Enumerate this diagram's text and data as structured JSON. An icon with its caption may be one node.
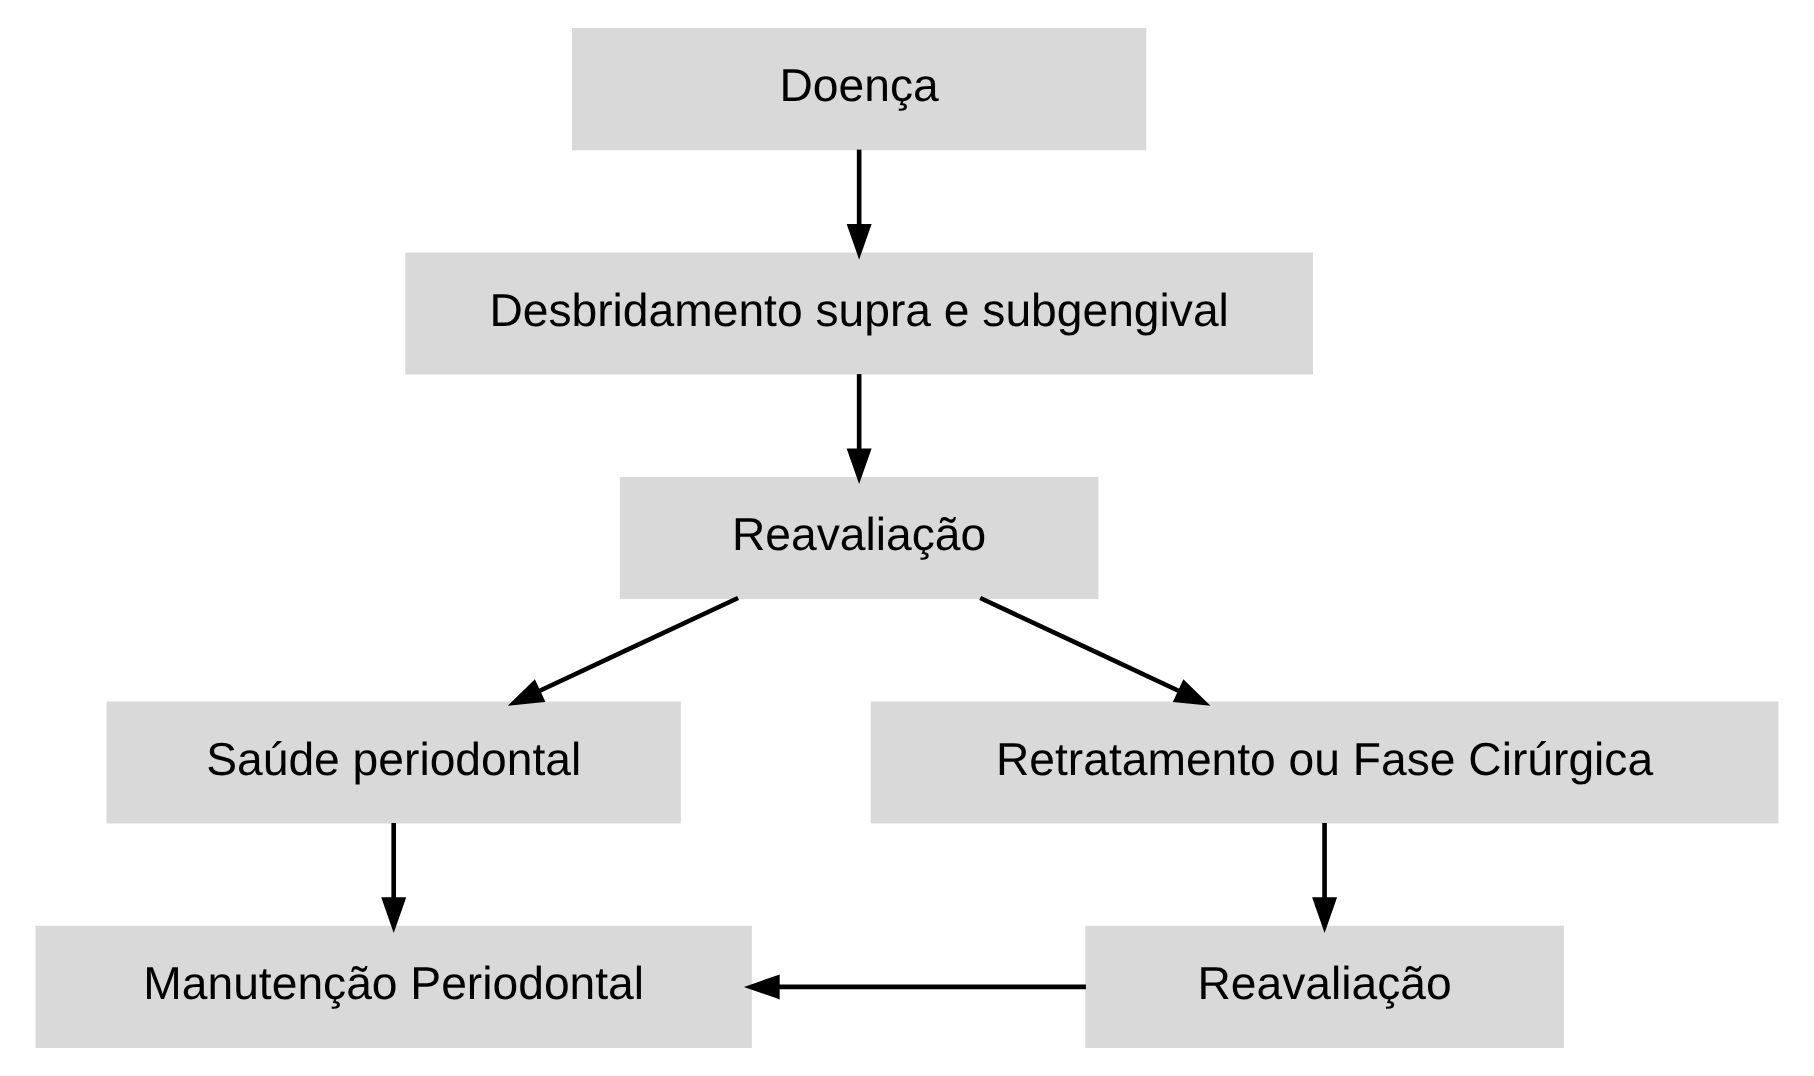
{
  "diagram": {
    "nodes": [
      {
        "text": [
          "Doença"
        ]
      },
      {
        "text": [
          "Desbridamento supra e subgengival"
        ]
      },
      {
        "text": [
          "Reavaliação"
        ]
      },
      {
        "text": [
          "Saúde periodontal"
        ]
      },
      {
        "text": [
          "Retratamento ou Fase Cirúrgica"
        ]
      },
      {
        "text": [
          "Manutenção Periodontal"
        ]
      },
      {
        "text": [
          "Reavaliação"
        ]
      }
    ],
    "edges": [
      {
        "from": 0,
        "to": 1,
        "arrow": "to"
      },
      {
        "from": 1,
        "to": 2,
        "arrow": "to"
      },
      {
        "from": 2,
        "to": 3,
        "arrow": "to"
      },
      {
        "from": 2,
        "to": 4,
        "arrow": "to"
      },
      {
        "from": 3,
        "to": 5,
        "arrow": "to"
      },
      {
        "from": 4,
        "to": 6,
        "arrow": "to"
      },
      {
        "from": 6,
        "to": 5,
        "arrow": "to"
      }
    ]
  }
}
